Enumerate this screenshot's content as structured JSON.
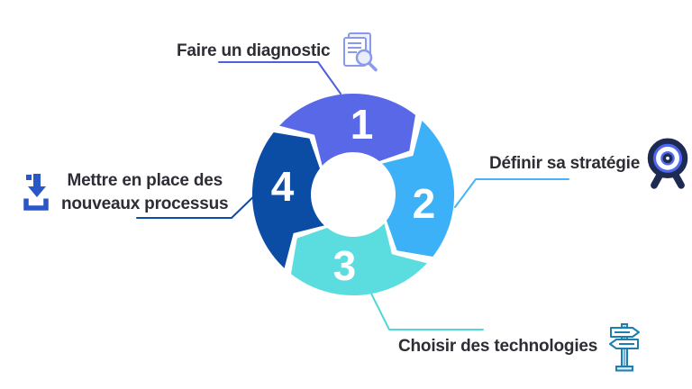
{
  "page": {
    "background": "#ffffff",
    "text_color": "#2d2e35"
  },
  "chart_data": {
    "type": "cycle-diagram",
    "title": "",
    "description": "Four-step circular process with clockwise arrow segments and numbered steps",
    "direction": "clockwise",
    "center_hole_color": "#ffffff",
    "number_text_color": "#ffffff",
    "steps": [
      {
        "number": "1",
        "position": "top",
        "label": "Faire un diagnostic",
        "label_lines": [
          "Faire un diagnostic"
        ],
        "segment_color": "#5868e6",
        "connector_color": "#4f60de",
        "icon": "document-search-icon",
        "icon_color": "#8a99ec",
        "icon_secondary_color": "#eef1fd"
      },
      {
        "number": "2",
        "position": "right",
        "label": "Définir sa stratégie",
        "label_lines": [
          "Définir sa stratégie"
        ],
        "segment_color": "#3db1f7",
        "connector_color": "#4ab2f6",
        "icon": "target-icon",
        "icon_color": "#1d2b52",
        "icon_secondary_color": "#4f68f1"
      },
      {
        "number": "3",
        "position": "bottom",
        "label": "Choisir des technologies",
        "label_lines": [
          "Choisir des technologies"
        ],
        "segment_color": "#5bdde0",
        "connector_color": "#52d7d6",
        "icon": "signpost-icon",
        "icon_color": "#1e7eb0",
        "icon_secondary_color": "#cde9f6"
      },
      {
        "number": "4",
        "position": "left",
        "label": "Mettre en place des nouveaux processus",
        "label_lines": [
          "Mettre en place des",
          "nouveaux processus"
        ],
        "segment_color": "#0b4da5",
        "connector_color": "#0c4da6",
        "icon": "download-tray-icon",
        "icon_color": "#2957c8",
        "icon_secondary_color": "#2957c8"
      }
    ]
  }
}
